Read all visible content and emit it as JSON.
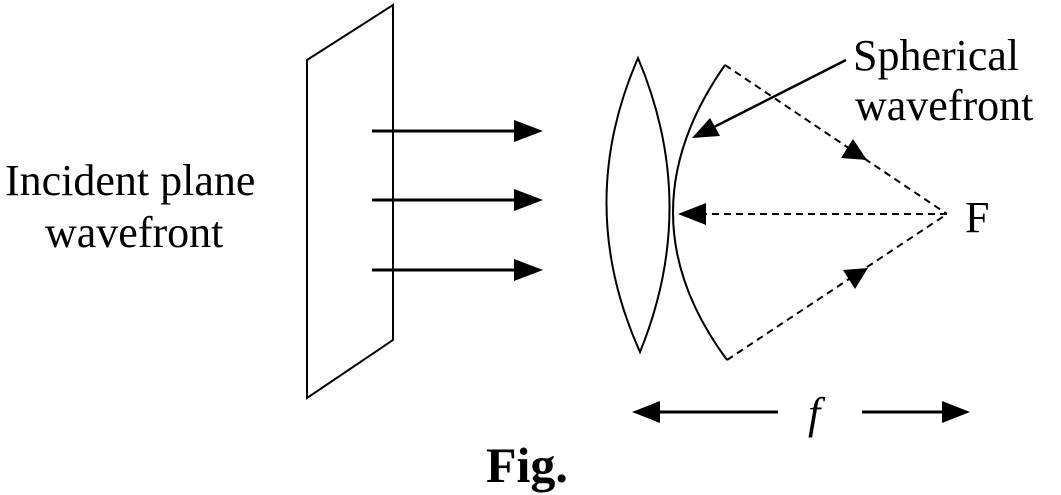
{
  "labels": {
    "incident_line1": "Incident plane",
    "incident_line2": "wavefront",
    "spherical_line1": "Spherical",
    "spherical_line2": "wavefront",
    "focus": "F",
    "focal_length": "f",
    "caption": "Fig."
  },
  "colors": {
    "stroke": "#000000",
    "background": "#ffffff"
  }
}
